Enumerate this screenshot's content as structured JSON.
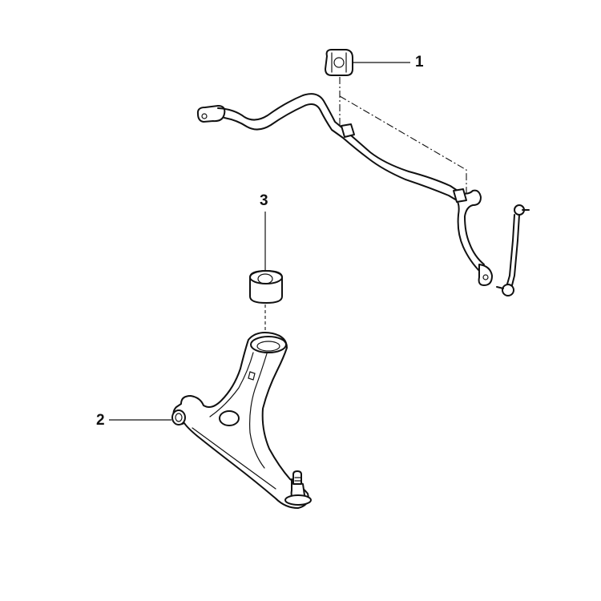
{
  "callouts": {
    "item1": "1",
    "item2": "2",
    "item3": "3"
  },
  "colors": {
    "line": "#111111",
    "background": "#ffffff"
  }
}
